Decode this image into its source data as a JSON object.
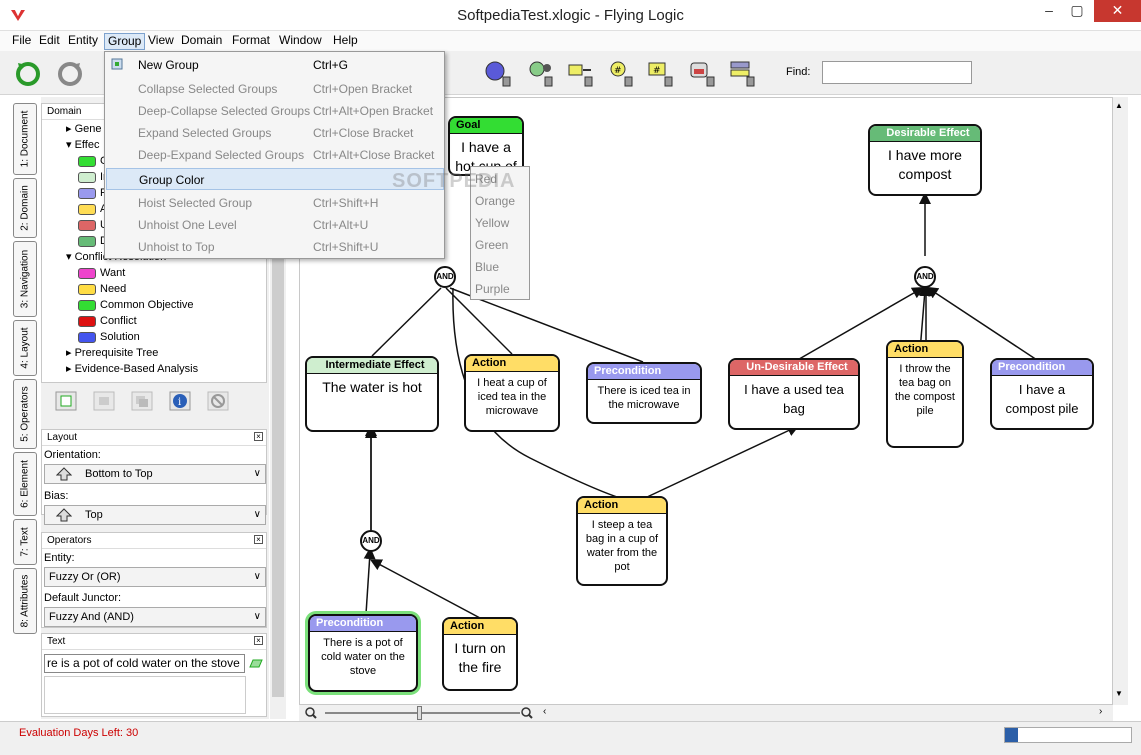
{
  "window": {
    "title": "SoftpediaTest.xlogic - Flying Logic",
    "min": "–",
    "max": "▢",
    "close": "✕"
  },
  "menubar": [
    "File",
    "Edit",
    "Entity",
    "Group",
    "View",
    "Domain",
    "Format",
    "Window",
    "Help"
  ],
  "toolbar": {
    "find_label": "Find:",
    "find_value": ""
  },
  "group_menu": [
    {
      "label": "New Group",
      "shortcut": "Ctrl+G",
      "enabled": true
    },
    {
      "label": "Collapse Selected Groups",
      "shortcut": "Ctrl+Open Bracket",
      "enabled": false
    },
    {
      "label": "Deep-Collapse Selected Groups",
      "shortcut": "Ctrl+Alt+Open Bracket",
      "enabled": false
    },
    {
      "label": "Expand Selected Groups",
      "shortcut": "Ctrl+Close Bracket",
      "enabled": false
    },
    {
      "label": "Deep-Expand Selected Groups",
      "shortcut": "Ctrl+Alt+Close Bracket",
      "enabled": false
    },
    {
      "label": "Group Color",
      "shortcut": "",
      "enabled": true
    },
    {
      "label": "Hoist Selected Group",
      "shortcut": "Ctrl+Shift+H",
      "enabled": false
    },
    {
      "label": "Unhoist One Level",
      "shortcut": "Ctrl+Alt+U",
      "enabled": false
    },
    {
      "label": "Unhoist to Top",
      "shortcut": "Ctrl+Shift+U",
      "enabled": false
    }
  ],
  "color_submenu": [
    "Red",
    "Orange",
    "Yellow",
    "Green",
    "Blue",
    "Purple"
  ],
  "watermark": "SOFTPEDIA",
  "side_tabs": [
    "1: Document",
    "2: Domain",
    "3: Navigation",
    "4: Layout",
    "5: Operators",
    "6: Element",
    "7: Text",
    "8: Attributes"
  ],
  "domain_panel": {
    "title": "Domain",
    "rows": [
      {
        "label": "Gene",
        "level": 0,
        "type": "folder"
      },
      {
        "label": "Effec",
        "level": 0,
        "type": "open"
      },
      {
        "label": "G",
        "level": 1,
        "color": "#33dd33"
      },
      {
        "label": "In",
        "level": 1,
        "color": "#cfeecf"
      },
      {
        "label": "P",
        "level": 1,
        "color": "#9999ee"
      },
      {
        "label": "A",
        "level": 1,
        "color": "#ffdd55"
      },
      {
        "label": "U",
        "level": 1,
        "color": "#dd6666"
      },
      {
        "label": "D",
        "level": 1,
        "color": "#66bb77"
      },
      {
        "label": "Conflict Resolution",
        "level": 0,
        "type": "open"
      },
      {
        "label": "Want",
        "level": 1,
        "color": "#ee44cc"
      },
      {
        "label": "Need",
        "level": 1,
        "color": "#ffdd44"
      },
      {
        "label": "Common Objective",
        "level": 1,
        "color": "#33dd33"
      },
      {
        "label": "Conflict",
        "level": 1,
        "color": "#dd1111"
      },
      {
        "label": "Solution",
        "level": 1,
        "color": "#4455ee"
      },
      {
        "label": "Prerequisite Tree",
        "level": 0,
        "type": "folder"
      },
      {
        "label": "Evidence-Based Analysis",
        "level": 0,
        "type": "folder"
      }
    ]
  },
  "layout_panel": {
    "title": "Layout",
    "orientation_label": "Orientation:",
    "orientation": "Bottom to Top",
    "bias_label": "Bias:",
    "bias": "Top"
  },
  "operators_panel": {
    "title": "Operators",
    "entity_label": "Entity:",
    "entity": "Fuzzy Or (OR)",
    "junctor_label": "Default Junctor:",
    "junctor": "Fuzzy And (AND)"
  },
  "text_panel": {
    "title": "Text",
    "value": "re is a pot of cold water on the stove"
  },
  "nodes": [
    {
      "id": "goal",
      "type": "Goal",
      "color": "#33dd33",
      "text": "I have a hot cup of"
    },
    {
      "id": "desirable",
      "type": "Desirable Effect",
      "color": "#66bb77",
      "text": "I have more compost"
    },
    {
      "id": "intermediate",
      "type": "Intermediate Effect",
      "color": "#cfeecf",
      "text": "The water is hot"
    },
    {
      "id": "action1",
      "type": "Action",
      "color": "#ffdd66",
      "text": "I heat a cup of iced tea in the microwave"
    },
    {
      "id": "pre1",
      "type": "Precondition",
      "color": "#9999ee",
      "text": "There is iced tea in the microwave"
    },
    {
      "id": "undesirable",
      "type": "Un-Desirable Effect",
      "color": "#dd6666",
      "text": "I have a used tea bag"
    },
    {
      "id": "action2",
      "type": "Action",
      "color": "#ffdd66",
      "text": "I throw the tea bag on the compost pile"
    },
    {
      "id": "pre2",
      "type": "Precondition",
      "color": "#9999ee",
      "text": "I have a compost pile"
    },
    {
      "id": "action3",
      "type": "Action",
      "color": "#ffdd66",
      "text": "I steep a tea bag in a cup of water from the pot"
    },
    {
      "id": "pre3",
      "type": "Precondition",
      "color": "#9999ee",
      "text": "There is a pot of cold water on the stove"
    },
    {
      "id": "action4",
      "type": "Action",
      "color": "#ffdd66",
      "text": "I turn on the fire"
    }
  ],
  "junctor_label": "AND",
  "status": {
    "text": "Evaluation Days Left: 30",
    "progress": 0.1
  }
}
